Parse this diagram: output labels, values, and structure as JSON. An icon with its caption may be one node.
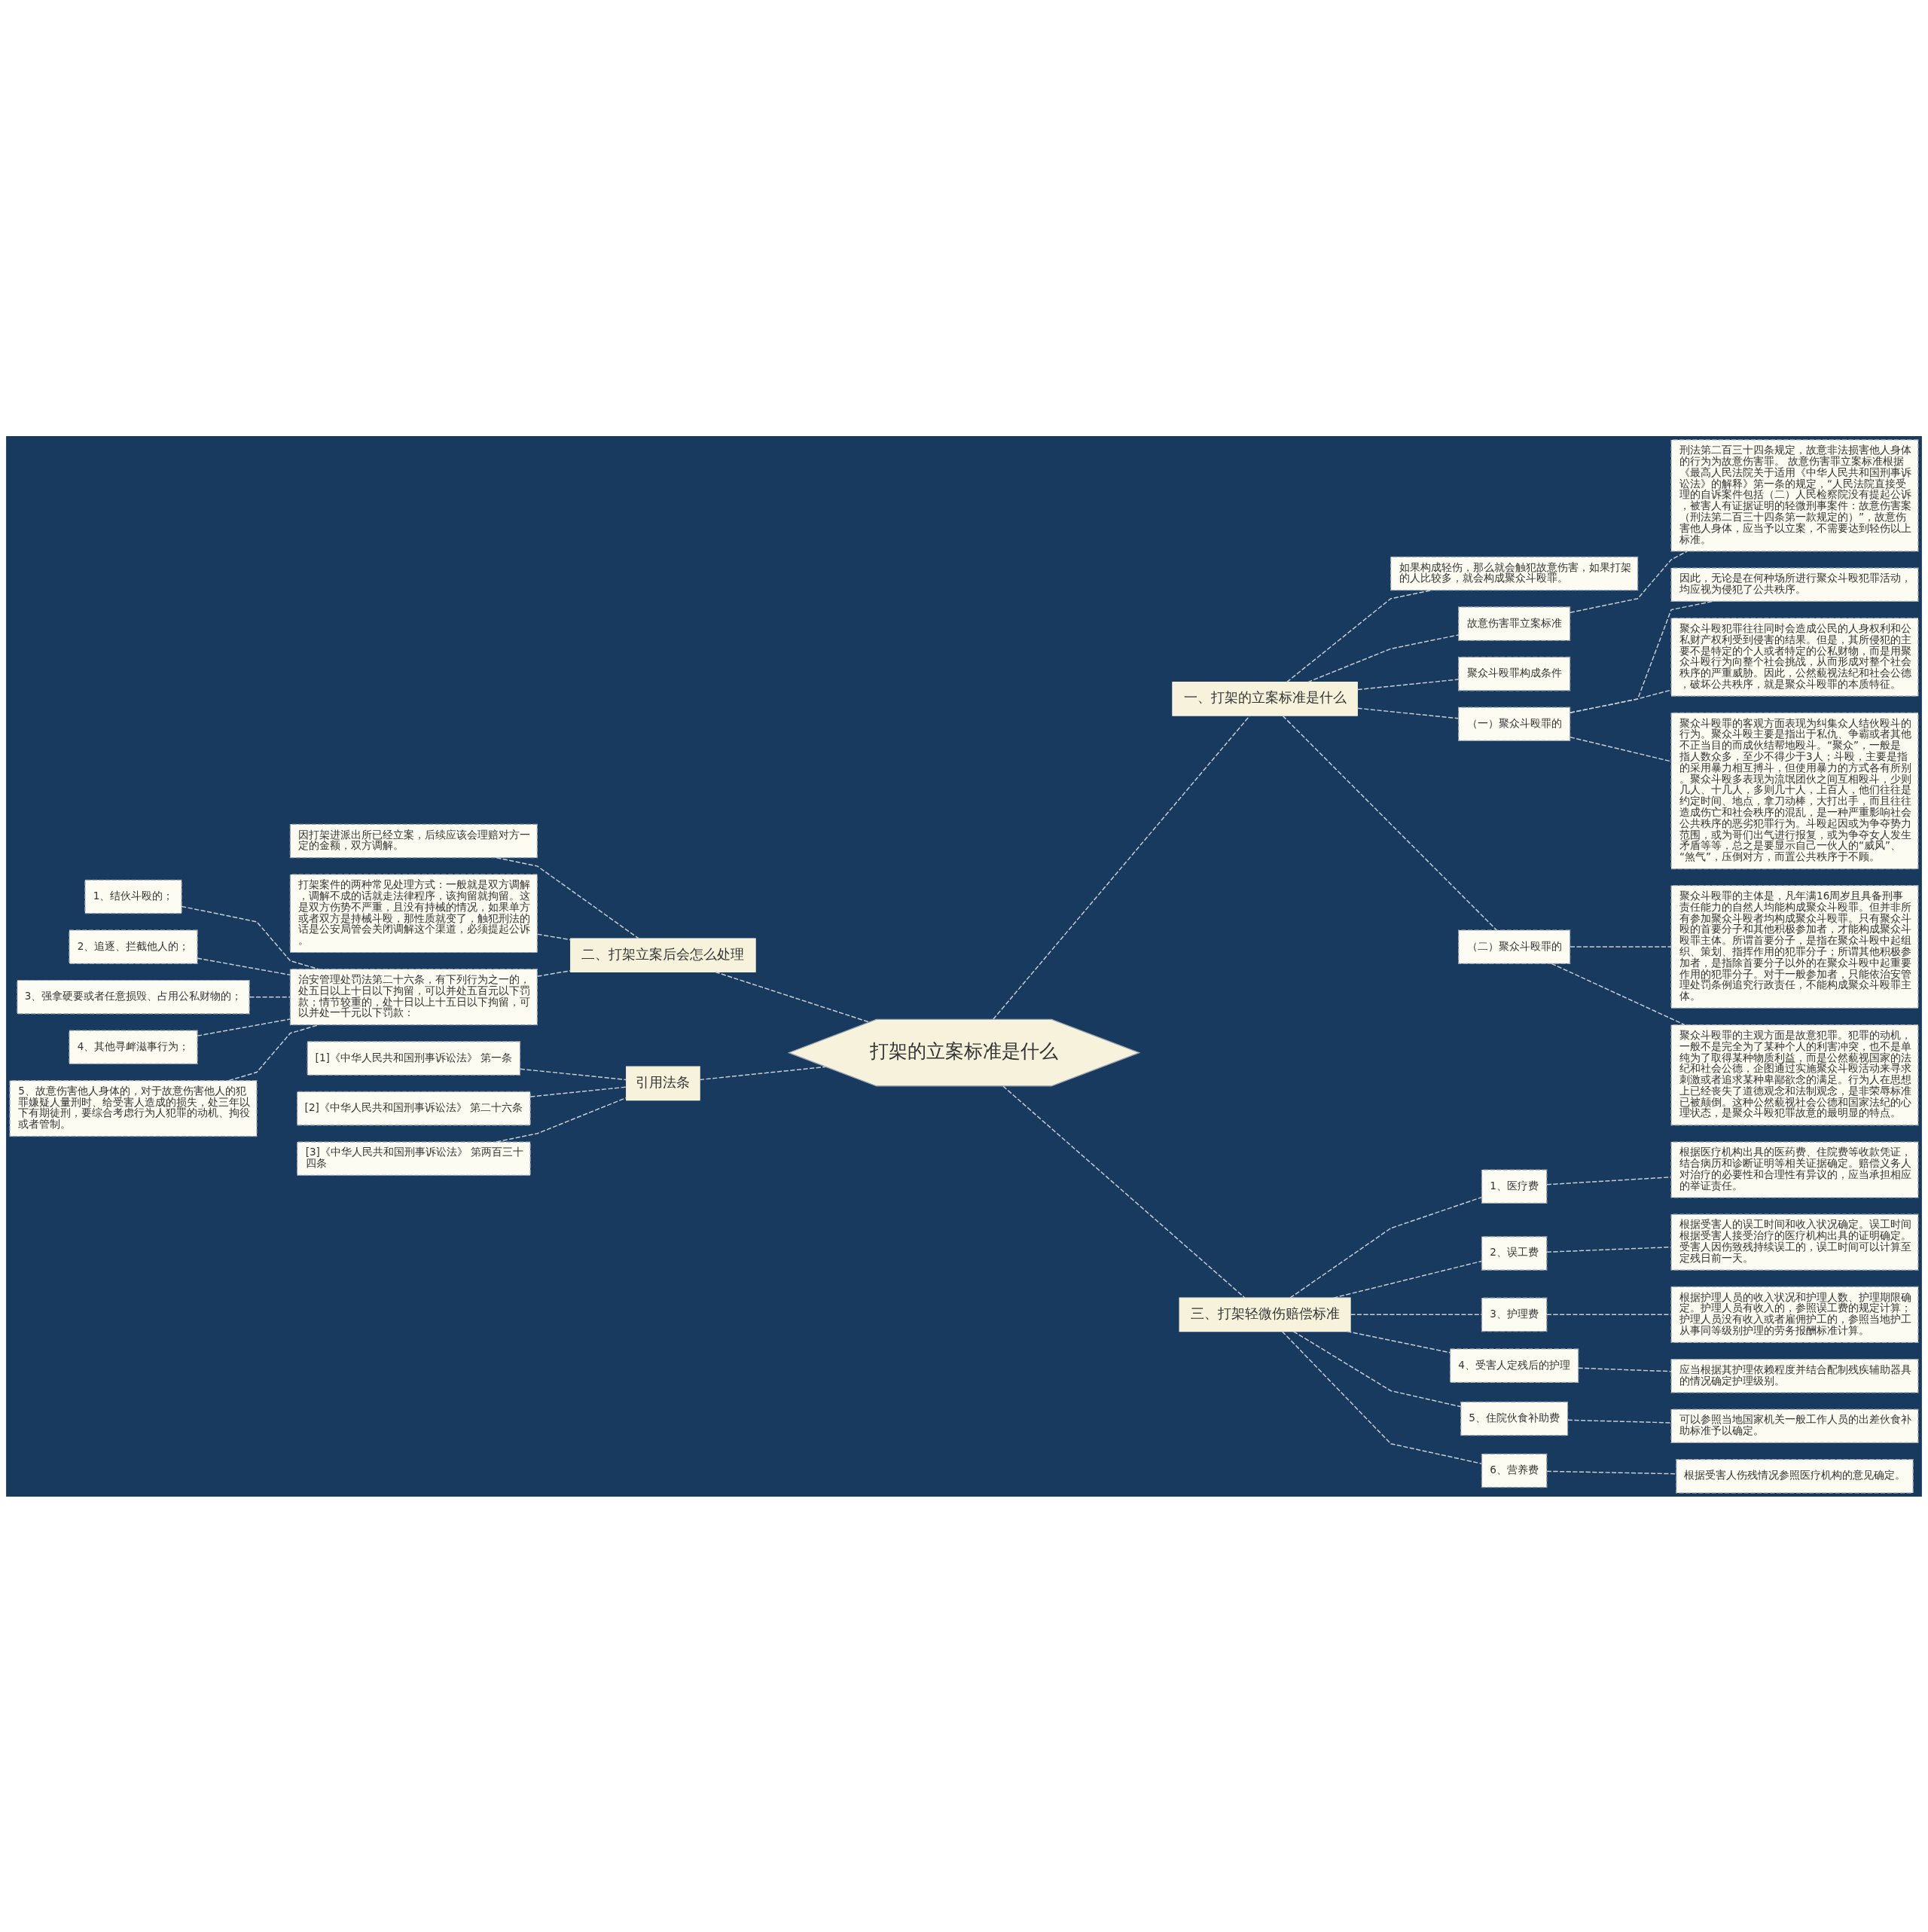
{
  "diagram": {
    "nodes": [
      {
        "text": [
          "打架的立案标准是什么"
        ]
      },
      {
        "text": [
          "一、打架的立案标准是什么"
        ]
      },
      {
        "text": [
          "如果构成轻伤，那么就会触犯故意伤害，如果打架的人比较多，就会构成聚众斗殴罪。"
        ]
      },
      {
        "text": [
          "故意伤害罪立案标准"
        ]
      },
      {
        "text": [
          "刑法第二百三十四条规定，故意非法损害他人身体的行为为故意伤害罪。 故意伤害罪立案标准根据《最高人民法院关于适用《中华人民共和国刑事诉讼法》的解释》第一条的规定，“人民法院直接受理的自诉案件包括（二）人民检察院没有提起公诉，被害人有证据证明的轻微刑事案件：故意伤害案（刑法第二百三十四条第一款规定的）”，故意伤害他人身体，应当予以立案，不需要达到轻伤以上标准。"
        ]
      },
      {
        "text": [
          "聚众斗殴罪构成条件"
        ]
      },
      {
        "text": [
          "（一）聚众斗殴罪的"
        ]
      },
      {
        "text": [
          "因此，无论是在何种场所进行聚众斗殴犯罪活动，均应视为侵犯了公共秩序。"
        ]
      },
      {
        "text": [
          "聚众斗殴犯罪往往同时会造成公民的人身权利和公私财产权利受到侵害的结果。但是，其所侵犯的主要不是特定的个人或者特定的公私财物，而是用聚众斗殴行为向整个社会挑战，从而形成对整个社会秩序的严重威胁。因此，公然藐视法纪和社会公德，破坏公共秩序，就是聚众斗殴罪的本质特征。"
        ]
      },
      {
        "text": [
          "聚众斗殴罪的客观方面表现为纠集众人结伙殴斗的行为。聚众斗殴主要是指出于私仇、争霸或者其他不正当目的而成伙结帮地殴斗。“聚众”，一般是指人数众多，至少不得少于3人；斗殴，主要是指的采用暴力相互搏斗，但使用暴力的方式各有所别。聚众斗殴多表现为流氓团伙之间互相殴斗，少则几人、十几人，多则几十人，上百人，他们往往是约定时间、地点，拿刀动棒，大打出手，而且往往造成伤亡和社会秩序的混乱，是一种严重影响社会公共秩序的恶劣犯罪行为。斗殴起因或为争夺势力范围，或为哥们出气进行报复，或为争夺女人发生矛盾等等，总之是要显示自己一伙人的“威风”、“煞气”，压倒对方，而置公共秩序于不顾。"
        ]
      },
      {
        "text": [
          "（二）聚众斗殴罪的"
        ]
      },
      {
        "text": [
          "聚众斗殴罪的主体是，凡年满16周岁且具备刑事责任能力的自然人均能构成聚众斗殴罪。但并非所有参加聚众斗殴者均构成聚众斗殴罪。只有聚众斗殴的首要分子和其他积极参加者，才能构成聚众斗殴罪主体。所谓首要分子，是指在聚众斗殴中起组织、策划、指挥作用的犯罪分子；所谓其他积极参加者，是指除首要分子以外的在聚众斗殴中起重要作用的犯罪分子。对于一般参加者，只能依治安管理处罚条例追究行政责任，不能构成聚众斗殴罪主体。"
        ]
      },
      {
        "text": [
          "聚众斗殴罪的主观方面是故意犯罪。犯罪的动机，一般不是完全为了某种个人的利害冲突，也不是单纯为了取得某种物质利益，而是公然藐视国家的法纪和社会公德，企图通过实施聚众斗殴活动来寻求刺激或者追求某种卑鄙欲念的满足。行为人在思想上已经丧失了道德观念和法制观念，是非荣辱标准已被颠倒。这种公然藐视社会公德和国家法纪的心理状态，是聚众斗殴犯罪故意的最明显的特点。"
        ]
      },
      {
        "text": [
          "三、打架轻微伤赔偿标准"
        ]
      },
      {
        "text": [
          "1、医疗费"
        ]
      },
      {
        "text": [
          "根据医疗机构出具的医药费、住院费等收款凭证，结合病历和诊断证明等相关证据确定。赔偿义务人对治疗的必要性和合理性有异议的，应当承担相应的举证责任。"
        ]
      },
      {
        "text": [
          "2、误工费"
        ]
      },
      {
        "text": [
          "根据受害人的误工时间和收入状况确定。误工时间根据受害人接受治疗的医疗机构出具的证明确定。受害人因伤致残持续误工的，误工时间可以计算至定残日前一天。"
        ]
      },
      {
        "text": [
          "3、护理费"
        ]
      },
      {
        "text": [
          "根据护理人员的收入状况和护理人数、护理期限确定。护理人员有收入的，参照误工费的规定计算；护理人员没有收入或者雇佣护工的，参照当地护工从事同等级别护理的劳务报酬标准计算。"
        ]
      },
      {
        "text": [
          "4、受害人定残后的护理"
        ]
      },
      {
        "text": [
          "应当根据其护理依赖程度并结合配制残疾辅助器具的情况确定护理级别。"
        ]
      },
      {
        "text": [
          "5、住院伙食补助费"
        ]
      },
      {
        "text": [
          "可以参照当地国家机关一般工作人员的出差伙食补助标准予以确定。"
        ]
      },
      {
        "text": [
          "6、营养费"
        ]
      },
      {
        "text": [
          "根据受害人伤残情况参照医疗机构的意见确定。"
        ]
      },
      {
        "text": [
          "二、打架立案后会怎么处理"
        ]
      },
      {
        "text": [
          "因打架进派出所已经立案，后续应该会理赔对方一定的金额，双方调解。"
        ]
      },
      {
        "text": [
          "打架案件的两种常见处理方式：一般就是双方调解，调解不成的话就走法律程序，该拘留就拘留。这是双方伤势不严重，且没有持械的情况，如果单方或者双方是持械斗殴，那性质就变了，触犯刑法的话是公安局管会关闭调解这个渠道，必须提起公诉。"
        ]
      },
      {
        "text": [
          "治安管理处罚法第二十六条，有下列行为之一的，处五日以上十日以下拘留，可以并处五百元以下罚款；情节较重的，处十日以上十五日以下拘留，可以并处一千元以下罚款："
        ]
      },
      {
        "text": [
          "1、结伙斗殴的；"
        ]
      },
      {
        "text": [
          "2、追逐、拦截他人的；"
        ]
      },
      {
        "text": [
          "3、强拿硬要或者任意损毁、占用公私财物的；"
        ]
      },
      {
        "text": [
          "4、其他寻衅滋事行为；"
        ]
      },
      {
        "text": [
          "5、故意伤害他人身体的，对于故意伤害他人的犯罪嫌疑人量刑时、给受害人造成的损失，处三年以下有期徒刑，要综合考虑行为人犯罪的动机、拘役或者管制。"
        ]
      },
      {
        "text": [
          "引用法条"
        ]
      },
      {
        "text": [
          "[1]《中华人民共和国刑事诉讼法》 第一条"
        ]
      },
      {
        "text": [
          "[2]《中华人民共和国刑事诉讼法》 第二十六条"
        ]
      },
      {
        "text": [
          "[3]《中华人民共和国刑事诉讼法》 第两百三十四条"
        ]
      }
    ],
    "edges": [
      {
        "from": 0,
        "to": 1,
        "arrow": "none"
      },
      {
        "from": 1,
        "to": 2,
        "arrow": "none"
      },
      {
        "from": 1,
        "to": 3,
        "arrow": "none"
      },
      {
        "from": 3,
        "to": 4,
        "arrow": "none"
      },
      {
        "from": 1,
        "to": 5,
        "arrow": "none"
      },
      {
        "from": 1,
        "to": 6,
        "arrow": "none"
      },
      {
        "from": 6,
        "to": 7,
        "arrow": "none"
      },
      {
        "from": 6,
        "to": 8,
        "arrow": "none"
      },
      {
        "from": 6,
        "to": 9,
        "arrow": "none"
      },
      {
        "from": 1,
        "to": 10,
        "arrow": "none"
      },
      {
        "from": 10,
        "to": 11,
        "arrow": "none"
      },
      {
        "from": 10,
        "to": 12,
        "arrow": "none"
      },
      {
        "from": 0,
        "to": 13,
        "arrow": "none"
      },
      {
        "from": 13,
        "to": 14,
        "arrow": "none"
      },
      {
        "from": 14,
        "to": 15,
        "arrow": "none"
      },
      {
        "from": 13,
        "to": 16,
        "arrow": "none"
      },
      {
        "from": 16,
        "to": 17,
        "arrow": "none"
      },
      {
        "from": 13,
        "to": 18,
        "arrow": "none"
      },
      {
        "from": 18,
        "to": 19,
        "arrow": "none"
      },
      {
        "from": 13,
        "to": 20,
        "arrow": "none"
      },
      {
        "from": 20,
        "to": 21,
        "arrow": "none"
      },
      {
        "from": 13,
        "to": 22,
        "arrow": "none"
      },
      {
        "from": 22,
        "to": 23,
        "arrow": "none"
      },
      {
        "from": 13,
        "to": 24,
        "arrow": "none"
      },
      {
        "from": 24,
        "to": 25,
        "arrow": "none"
      },
      {
        "from": 0,
        "to": 26,
        "arrow": "none"
      },
      {
        "from": 26,
        "to": 27,
        "arrow": "none"
      },
      {
        "from": 26,
        "to": 28,
        "arrow": "none"
      },
      {
        "from": 26,
        "to": 29,
        "arrow": "none"
      },
      {
        "from": 29,
        "to": 30,
        "arrow": "none"
      },
      {
        "from": 29,
        "to": 31,
        "arrow": "none"
      },
      {
        "from": 29,
        "to": 32,
        "arrow": "none"
      },
      {
        "from": 29,
        "to": 33,
        "arrow": "none"
      },
      {
        "from": 29,
        "to": 34,
        "arrow": "none"
      },
      {
        "from": 0,
        "to": 35,
        "arrow": "none"
      },
      {
        "from": 35,
        "to": 36,
        "arrow": "none"
      },
      {
        "from": 35,
        "to": 37,
        "arrow": "none"
      },
      {
        "from": 35,
        "to": 38,
        "arrow": "none"
      }
    ]
  }
}
